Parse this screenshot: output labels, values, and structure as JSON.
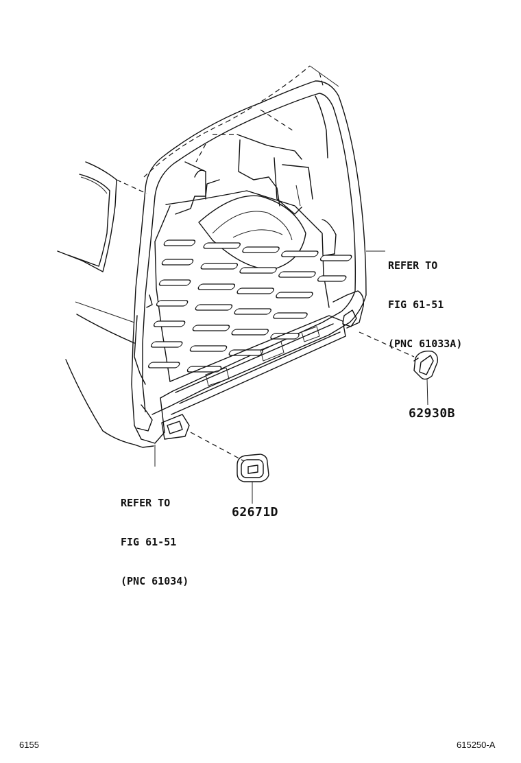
{
  "callouts": {
    "right": {
      "line1": "REFER TO",
      "line2": "FIG 61-51",
      "line3": "(PNC 61033A)"
    },
    "left": {
      "line1": "REFER TO",
      "line2": "FIG 61-51",
      "line3": "(PNC 61034)"
    }
  },
  "parts": {
    "right_part": "62930B",
    "center_part": "62671D"
  },
  "footer": {
    "left_code": "6155",
    "right_code": "615250-A"
  }
}
